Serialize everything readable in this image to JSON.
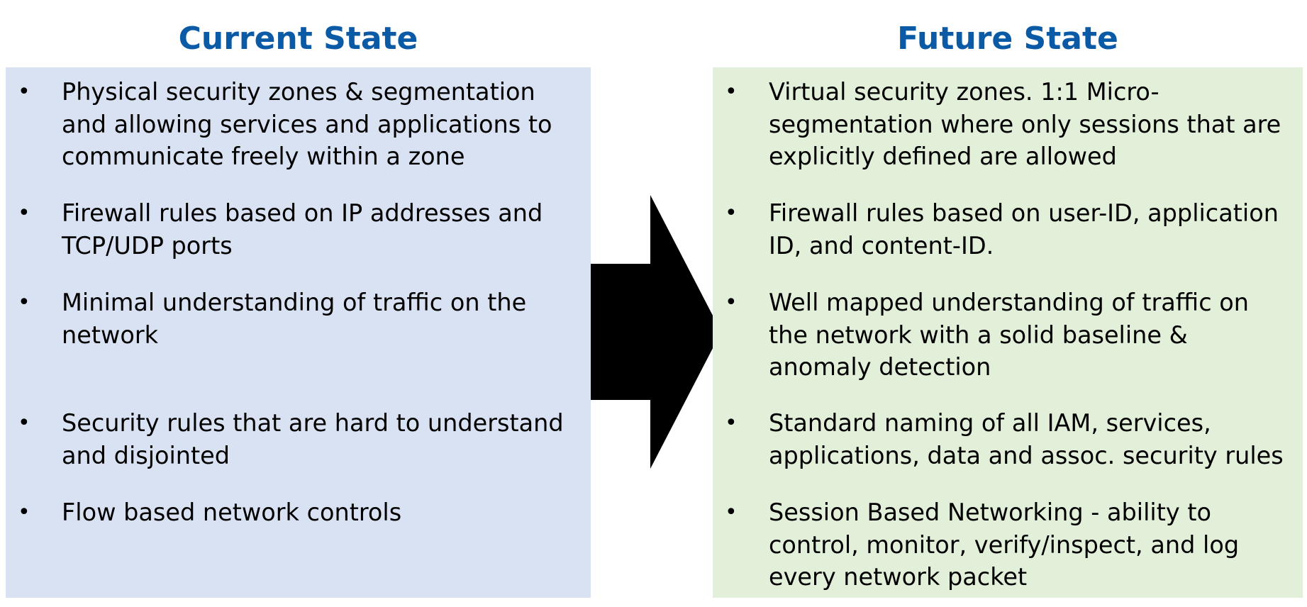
{
  "current": {
    "title": "Current State",
    "items": [
      {
        "lines": [
          "Physical security zones & segmentation",
          "and allowing services and applications to",
          "communicate freely within a zone"
        ]
      },
      {
        "lines": [
          "Firewall rules based on IP addresses and",
          "TCP/UDP ports"
        ]
      },
      {
        "lines": [
          "Minimal understanding of traffic on the",
          "network"
        ]
      },
      {
        "lines": [
          "Security rules that are hard to understand",
          "and disjointed"
        ]
      },
      {
        "lines": [
          "Flow based network controls"
        ]
      }
    ]
  },
  "future": {
    "title": "Future State",
    "items": [
      {
        "lines": [
          "Virtual security zones. 1:1 Micro-",
          "segmentation where only sessions that are",
          "explicitly defined are allowed"
        ]
      },
      {
        "lines": [
          "Firewall rules based on user-ID, application",
          "ID, and content-ID."
        ]
      },
      {
        "lines": [
          "Well mapped understanding of traffic on",
          "the network with a solid baseline &",
          "anomaly detection"
        ]
      },
      {
        "lines": [
          "Standard naming of all IAM, services,",
          "applications, data and assoc. security rules"
        ]
      },
      {
        "lines": [
          "Session Based Networking - ability to",
          "control, monitor, verify/inspect, and log",
          "every network packet"
        ]
      }
    ]
  },
  "bullet_symbol": "•",
  "colors": {
    "heading": "#0b5aa6",
    "current_panel": "#d9e2f3",
    "future_panel": "#e2efd9",
    "arrow": "#000000"
  },
  "icons": {
    "transition_arrow": "right-arrow-icon"
  }
}
